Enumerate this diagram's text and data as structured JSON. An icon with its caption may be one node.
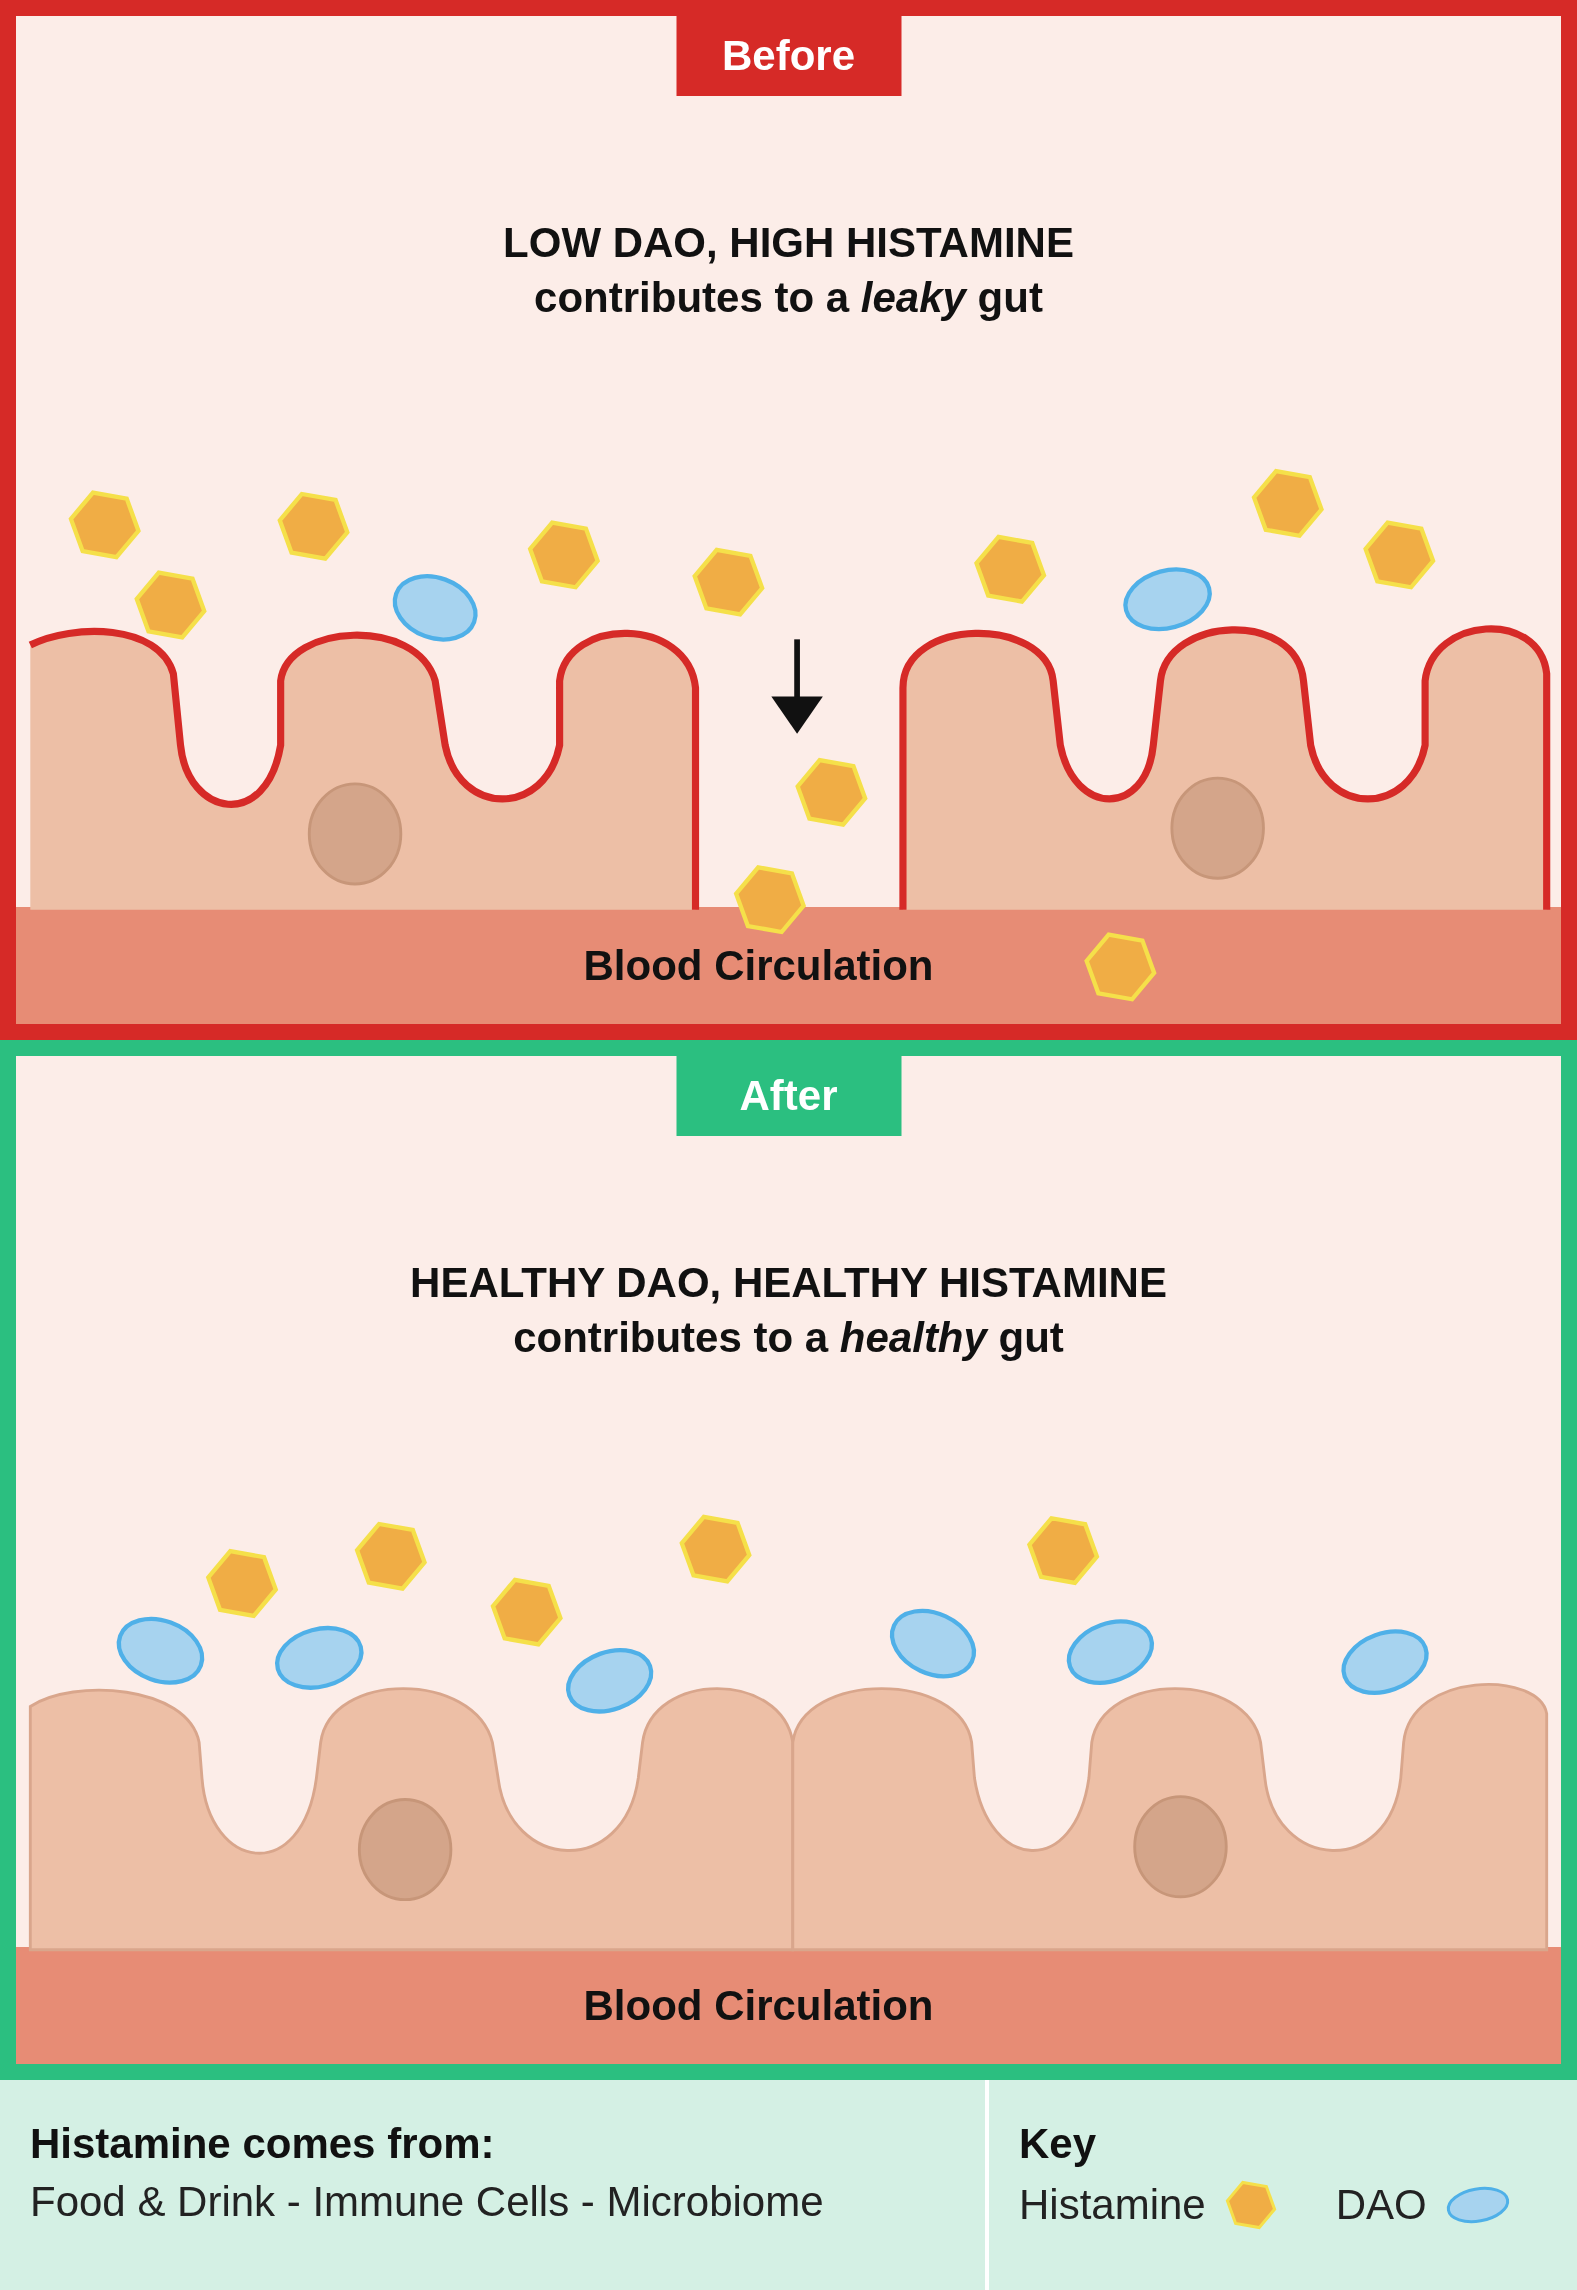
{
  "diagram": {
    "nodes": [
      {
        "text": [
          "Before",
          "LOW DAO, HIGH HISTAMINE contributes to a *leaky* gut"
        ]
      },
      {
        "text": [
          "Blood Circulation"
        ],
        "in": 0
      },
      {
        "text": [
          "After",
          "HEALTHY DAO, HEALTHY HISTAMINE contributes to a *healthy* gut"
        ]
      },
      {
        "text": [
          "Blood Circulation"
        ],
        "in": 2
      }
    ],
    "labels": [
      "Histamine comes from:",
      "Food & Drink - Immune Cells - Microbiome",
      "Key"
    ],
    "legend": [
      {
        "text": "Histamine"
      },
      {
        "text": "DAO"
      }
    ]
  }
}
